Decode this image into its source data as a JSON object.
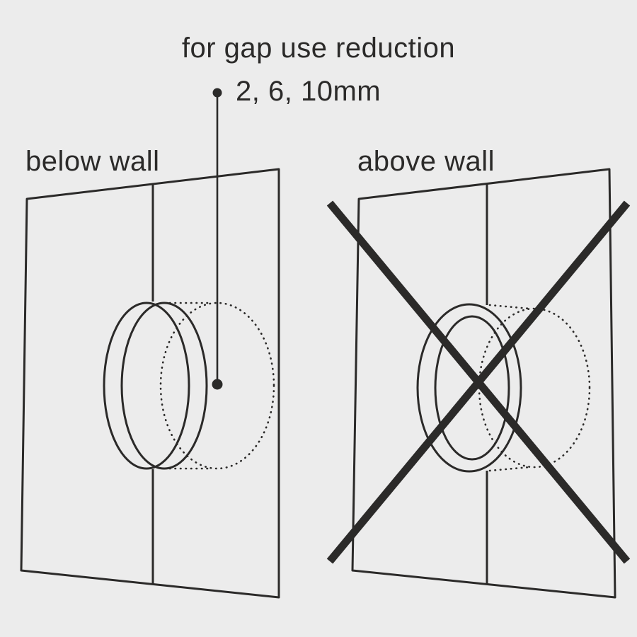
{
  "annotation": {
    "title": "for gap use reduction",
    "measurement": "2, 6, 10mm"
  },
  "panels": {
    "left": {
      "label": "below wall",
      "crossed_out": false
    },
    "right": {
      "label": "above wall",
      "crossed_out": true
    }
  },
  "colors": {
    "background": "#ececec",
    "ink": "#2b2a29"
  }
}
